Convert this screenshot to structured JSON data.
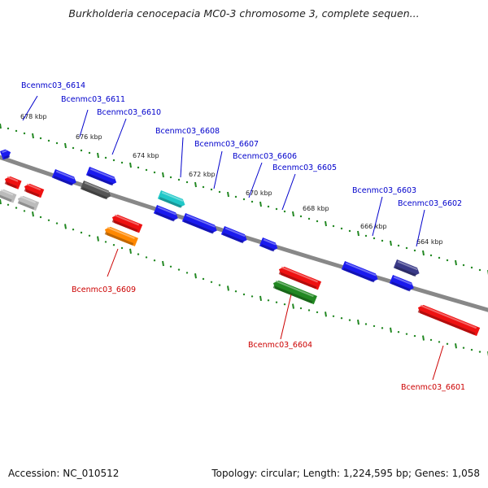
{
  "title": "Burkholderia cenocepacia MC0-3 chromosome 3, complete sequen...",
  "footer": {
    "accession": "Accession: NC_010512",
    "summary": "Topology: circular; Length: 1,224,595 bp; Genes: 1,058"
  },
  "colors": {
    "plus_label": "#0000cc",
    "minus_label": "#cc0000",
    "backbone": "#888888",
    "tick": "#228822"
  },
  "ticks": [
    "678 kbp",
    "676 kbp",
    "674 kbp",
    "672 kbp",
    "670 kbp",
    "668 kbp",
    "666 kbp",
    "664 kbp"
  ],
  "labels": [
    {
      "name": "Bcenmc03_6614",
      "strand": "plus"
    },
    {
      "name": "Bcenmc03_6611",
      "strand": "plus"
    },
    {
      "name": "Bcenmc03_6610",
      "strand": "plus"
    },
    {
      "name": "Bcenmc03_6608",
      "strand": "plus"
    },
    {
      "name": "Bcenmc03_6607",
      "strand": "plus"
    },
    {
      "name": "Bcenmc03_6606",
      "strand": "plus"
    },
    {
      "name": "Bcenmc03_6605",
      "strand": "plus"
    },
    {
      "name": "Bcenmc03_6603",
      "strand": "plus"
    },
    {
      "name": "Bcenmc03_6602",
      "strand": "plus"
    },
    {
      "name": "Bcenmc03_6609",
      "strand": "minus"
    },
    {
      "name": "Bcenmc03_6604",
      "strand": "minus"
    },
    {
      "name": "Bcenmc03_6601",
      "strand": "minus"
    }
  ],
  "genes": [
    {
      "color": "#1a1aee",
      "dir": "right"
    },
    {
      "color": "#1a1aee",
      "dir": "right"
    },
    {
      "color": "#555555",
      "dir": "right"
    },
    {
      "color": "#1a1aee",
      "dir": "right"
    },
    {
      "color": "#20c8c8",
      "dir": "right"
    },
    {
      "color": "#1a1aee",
      "dir": "right"
    },
    {
      "color": "#1a1aee",
      "dir": "right"
    },
    {
      "color": "#1a1aee",
      "dir": "right"
    },
    {
      "color": "#1a1aee",
      "dir": "right"
    },
    {
      "color": "#1a1aee",
      "dir": "right"
    },
    {
      "color": "#1a1aee",
      "dir": "right"
    },
    {
      "color": "#3a3a88",
      "dir": "right"
    },
    {
      "color": "#ee1111",
      "dir": "left"
    },
    {
      "color": "#ee1111",
      "dir": "left"
    },
    {
      "color": "#bbbbbb",
      "dir": "left"
    },
    {
      "color": "#bbbbbb",
      "dir": "left"
    },
    {
      "color": "#ee1111",
      "dir": "left"
    },
    {
      "color": "#ff8800",
      "dir": "left"
    },
    {
      "color": "#ee1111",
      "dir": "left"
    },
    {
      "color": "#228822",
      "dir": "left"
    },
    {
      "color": "#ee1111",
      "dir": "left"
    }
  ]
}
